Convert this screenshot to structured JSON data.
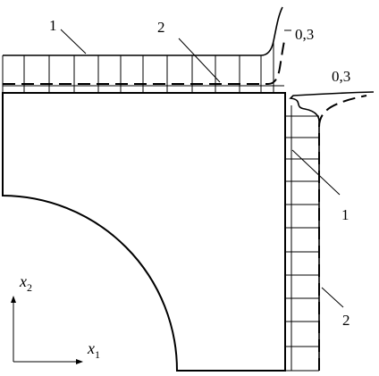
{
  "labels": {
    "top_curve_1": "1",
    "top_curve_2": "2",
    "top_value": "0,3",
    "right_value": "0,3",
    "right_curve_1": "1",
    "right_curve_2": "2"
  },
  "axes": {
    "vertical": {
      "letter": "x",
      "index": "2"
    },
    "horizontal": {
      "letter": "x",
      "index": "1"
    }
  }
}
